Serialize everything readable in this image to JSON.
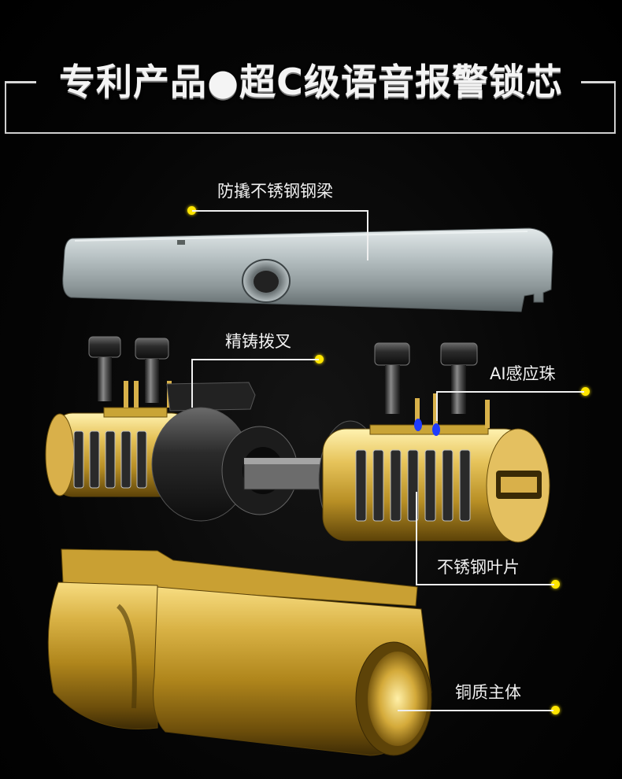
{
  "header": {
    "title": "专利产品●超C级语音报警锁芯"
  },
  "labels": {
    "steel_beam": "防撬不锈钢钢梁",
    "cast_fork": "精铸拨叉",
    "ai_bead": "AI感应珠",
    "steel_blade": "不锈钢叶片",
    "copper_body": "铜质主体"
  },
  "colors": {
    "background": "#000000",
    "accent_dot": "#ffe600",
    "brass": "#c9a436",
    "steel": "#a9b3b6"
  }
}
